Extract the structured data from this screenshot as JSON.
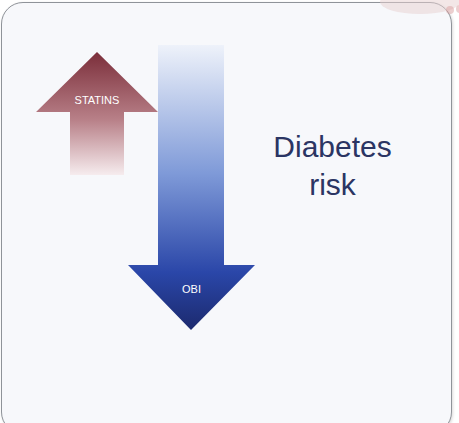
{
  "diagram": {
    "nodes": [
      {
        "text": [
          "STATINS"
        ]
      },
      {
        "text": [
          "OBI"
        ]
      }
    ],
    "labels": [
      "Diabetes risk"
    ]
  }
}
